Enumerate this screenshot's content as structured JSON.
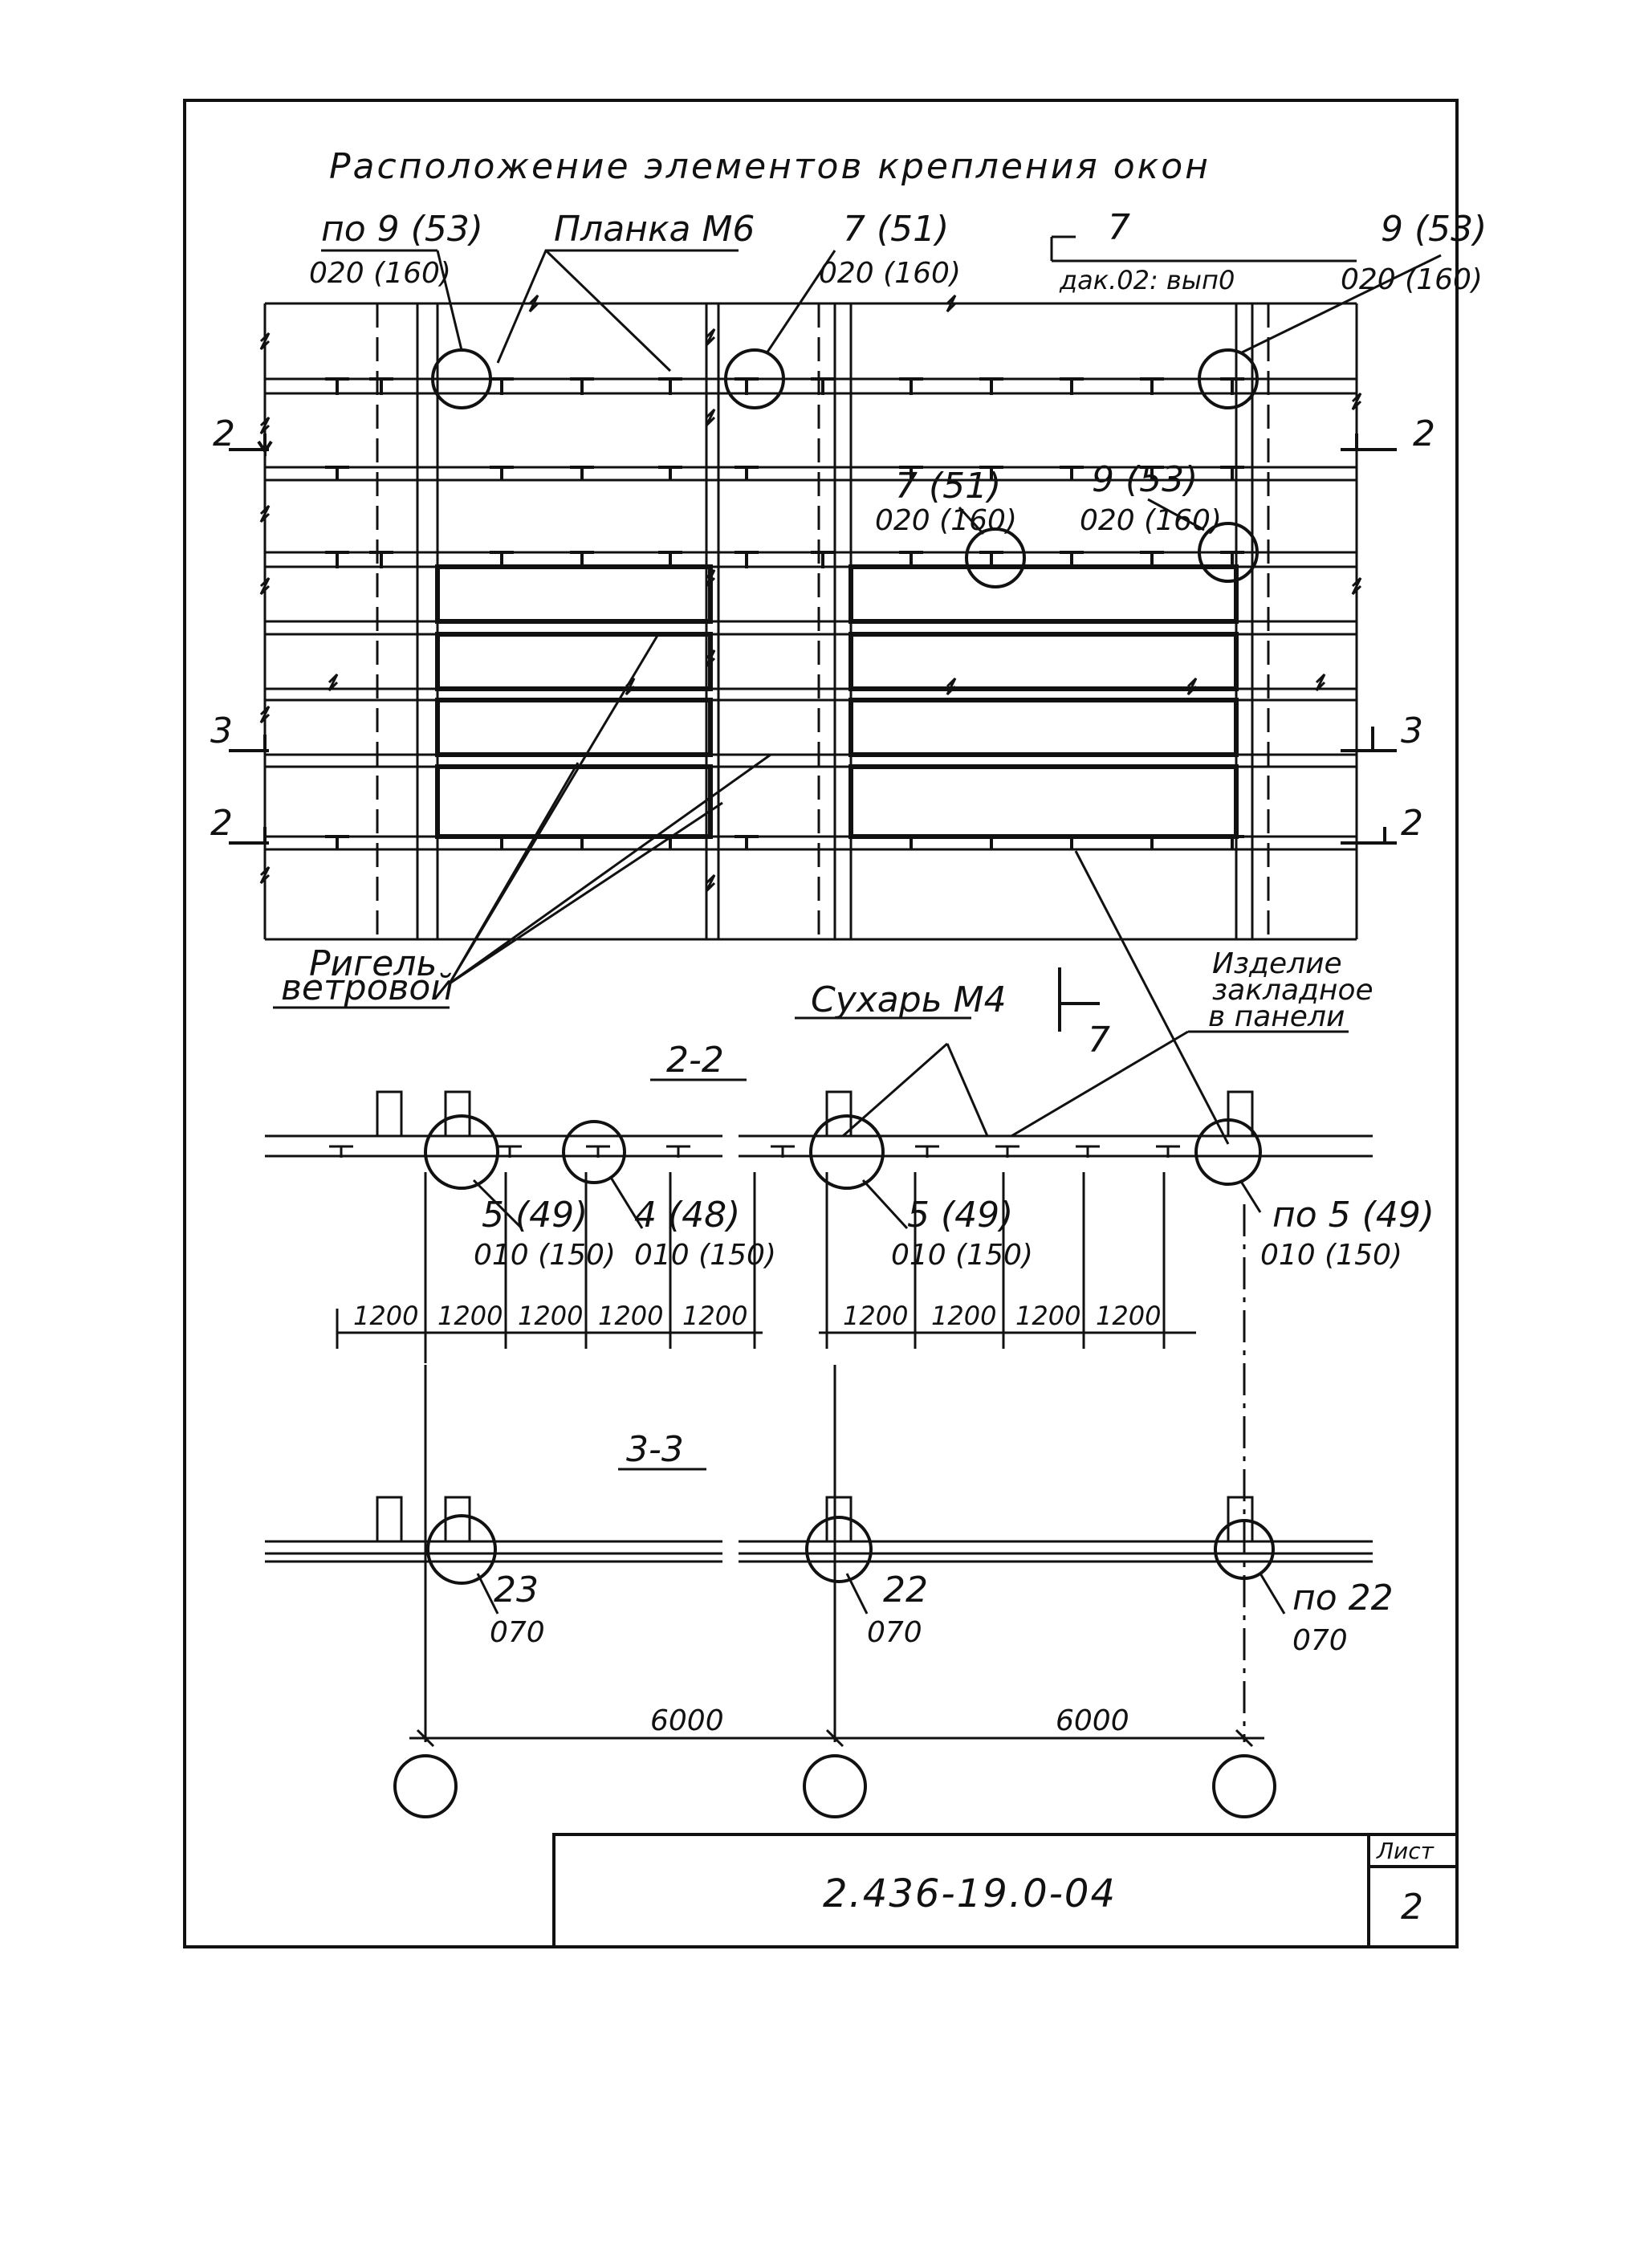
{
  "title": "Расположение элементов крепления окон",
  "callouts": {
    "top_left_num": "по 9 (53)",
    "top_left_sub": "020 (160)",
    "plank": "Планка М6",
    "top_mid_num": "7 (51)",
    "top_mid_sub": "020 (160)",
    "view_num": "7",
    "view_sub": "дак.02: вып0",
    "top_right_num": "9 (53)",
    "top_right_sub": "020 (160)",
    "mid_a_num": "7 (51)",
    "mid_a_sub": "020 (160)",
    "mid_b_num": "9 (53)",
    "mid_b_sub": "020 (160)",
    "rigel_1": "Ригель",
    "rigel_2": "ветровой",
    "sukhar": "Сухарь М4",
    "izdelie_1": "Изделие",
    "izdelie_2": "закладное",
    "izdelie_3": "в панели",
    "view_mark_bottom": "7"
  },
  "section_marks": {
    "left_2_top": "2",
    "right_2_top": "2",
    "left_3": "3",
    "right_3": "3",
    "left_2_bottom": "2",
    "right_2_bottom": "2"
  },
  "section_2_2": {
    "title": "2-2",
    "c1_num": "5 (49)",
    "c1_sub": "010 (150)",
    "c2_num": "4 (48)",
    "c2_sub": "010 (150)",
    "c3_num": "5 (49)",
    "c3_sub": "010 (150)",
    "c4_num": "по 5 (49)",
    "c4_sub": "010 (150)",
    "dims_left": [
      "1200",
      "1200",
      "1200",
      "1200",
      "1200"
    ],
    "dims_right": [
      "1200",
      "1200",
      "1200",
      "1200"
    ]
  },
  "section_3_3": {
    "title": "3-3",
    "c1_num": "23",
    "c1_sub": "070",
    "c2_num": "22",
    "c2_sub": "070",
    "c3_num": "по 22",
    "c3_sub": "070"
  },
  "axes_dims": [
    "6000",
    "6000"
  ],
  "title_block": {
    "code": "2.436-19.0-04",
    "sheet_label": "Лист",
    "sheet_number": "2"
  }
}
